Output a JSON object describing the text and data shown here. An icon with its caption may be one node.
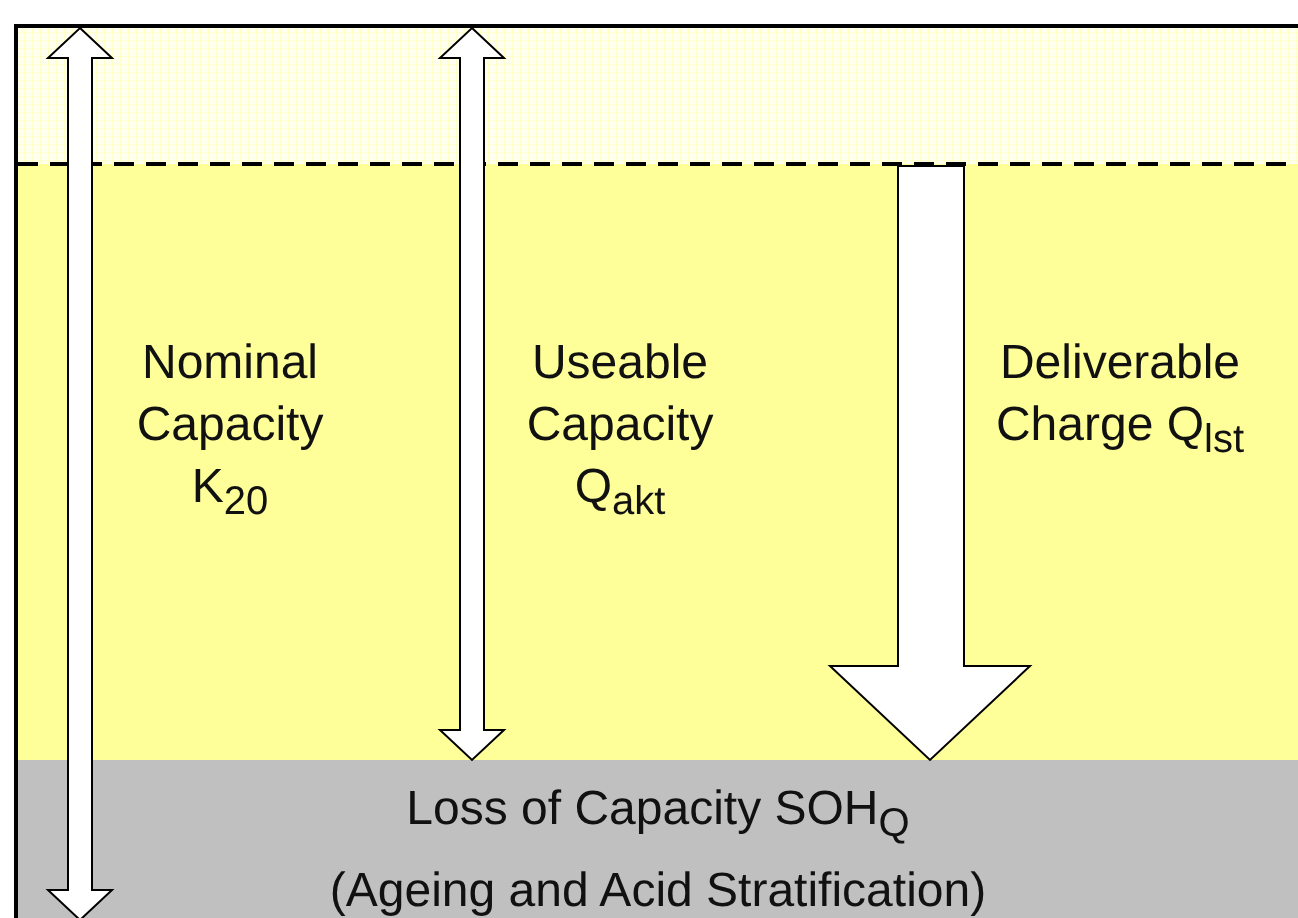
{
  "diagram": {
    "nodes": [
      {
        "text": [
          "Loss of Capacity SOH$_{Q}$ (Ageing and Acid Stratification)"
        ]
      }
    ],
    "labels": [
      "Nominal Capacity K$_{20}$",
      "Useable Capacity Q$_{akt}$",
      "Deliverable Charge Q$_{lst}$"
    ]
  }
}
